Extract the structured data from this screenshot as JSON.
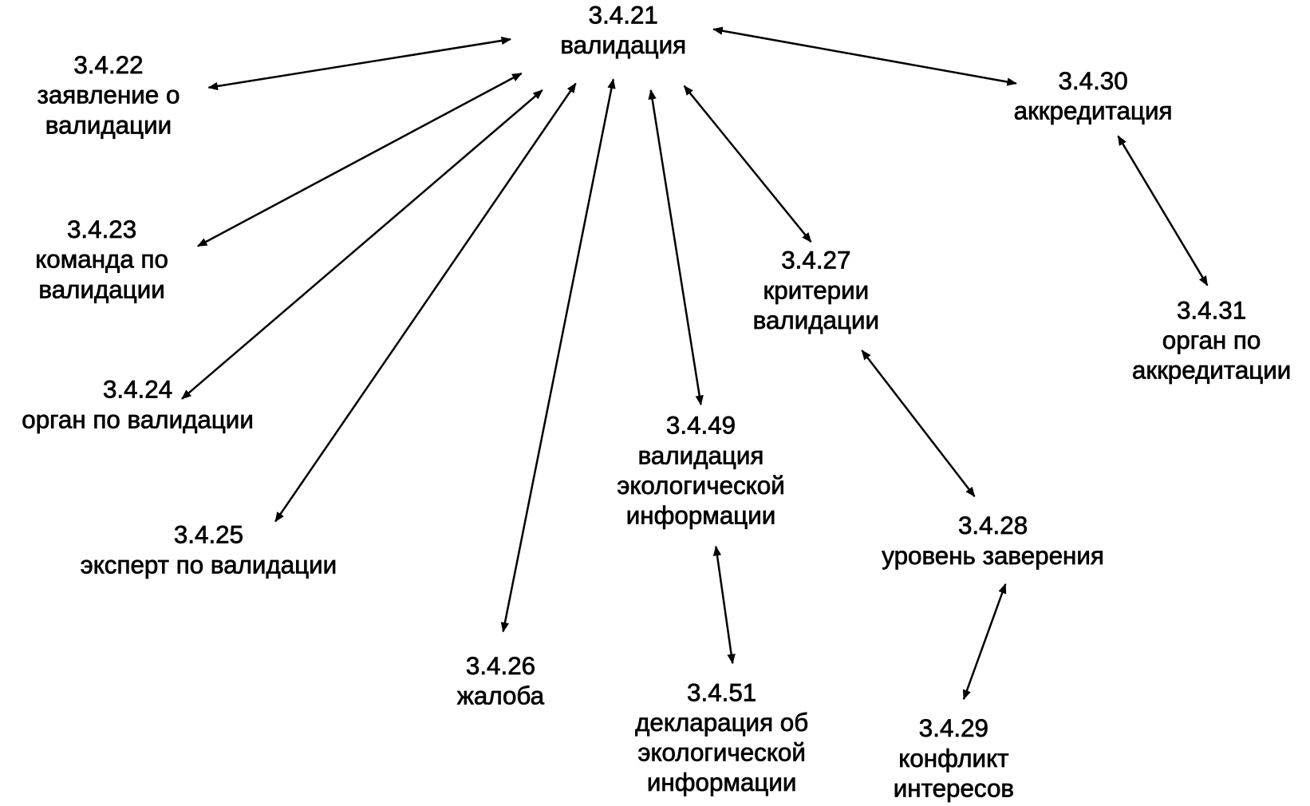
{
  "nodes": [
    {
      "id": "21",
      "number": "3.4.21",
      "lines": [
        "валидация"
      ]
    },
    {
      "id": "22",
      "number": "3.4.22",
      "lines": [
        "заявление о",
        "валидации"
      ]
    },
    {
      "id": "23",
      "number": "3.4.23",
      "lines": [
        "команда по",
        "валидации"
      ]
    },
    {
      "id": "24",
      "number": "3.4.24",
      "lines": [
        "орган по валидации"
      ]
    },
    {
      "id": "25",
      "number": "3.4.25",
      "lines": [
        "эксперт по валидации"
      ]
    },
    {
      "id": "26",
      "number": "3.4.26",
      "lines": [
        "жалоба"
      ]
    },
    {
      "id": "49",
      "number": "3.4.49",
      "lines": [
        "валидация",
        "экологической",
        "информации"
      ]
    },
    {
      "id": "51",
      "number": "3.4.51",
      "lines": [
        "декларация об",
        "экологической",
        "информации"
      ]
    },
    {
      "id": "27",
      "number": "3.4.27",
      "lines": [
        "критерии",
        "валидации"
      ]
    },
    {
      "id": "28",
      "number": "3.4.28",
      "lines": [
        "уровень заверения"
      ]
    },
    {
      "id": "29",
      "number": "3.4.29",
      "lines": [
        "конфликт",
        "интересов"
      ]
    },
    {
      "id": "30",
      "number": "3.4.30",
      "lines": [
        "аккредитация"
      ]
    },
    {
      "id": "31",
      "number": "3.4.31",
      "lines": [
        "орган по",
        "аккредитации"
      ]
    }
  ],
  "edges": [
    {
      "from": "21",
      "to": "22",
      "type": "bidirectional"
    },
    {
      "from": "21",
      "to": "23",
      "type": "bidirectional"
    },
    {
      "from": "21",
      "to": "24",
      "type": "bidirectional"
    },
    {
      "from": "21",
      "to": "25",
      "type": "bidirectional"
    },
    {
      "from": "21",
      "to": "26",
      "type": "bidirectional"
    },
    {
      "from": "21",
      "to": "49",
      "type": "bidirectional"
    },
    {
      "from": "21",
      "to": "27",
      "type": "bidirectional"
    },
    {
      "from": "21",
      "to": "30",
      "type": "bidirectional"
    },
    {
      "from": "30",
      "to": "31",
      "type": "bidirectional"
    },
    {
      "from": "27",
      "to": "28",
      "type": "bidirectional"
    },
    {
      "from": "49",
      "to": "51",
      "type": "bidirectional"
    },
    {
      "from": "28",
      "to": "29",
      "type": "bidirectional"
    }
  ]
}
